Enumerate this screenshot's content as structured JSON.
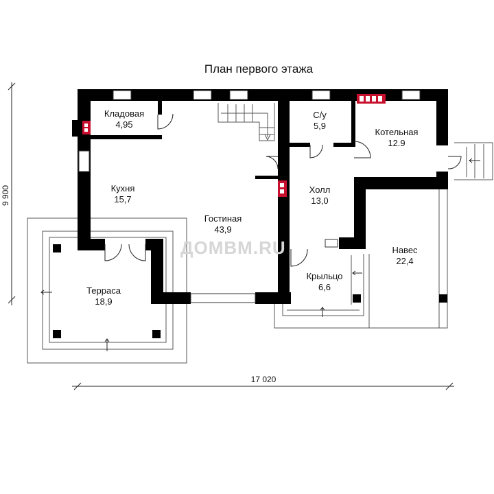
{
  "plan": {
    "title": "План первого этажа",
    "watermark": "ДОМВМ.RU",
    "rooms": [
      {
        "name": "Кладовая",
        "area": "4,95"
      },
      {
        "name": "Кухня",
        "area": "15,7"
      },
      {
        "name": "Гостиная",
        "area": "43,9"
      },
      {
        "name": "С/у",
        "area": "5,9"
      },
      {
        "name": "Котельная",
        "area": "12.9"
      },
      {
        "name": "Холл",
        "area": "13,0"
      },
      {
        "name": "Навес",
        "area": "22,4"
      },
      {
        "name": "Крыльцо",
        "area": "6,6"
      },
      {
        "name": "Терраса",
        "area": "18,9"
      }
    ],
    "dimensions": {
      "width": "17 020",
      "height": "9 900"
    }
  },
  "colors": {
    "wall": "#000000",
    "outline": "#555555",
    "accent": "#c8102e"
  }
}
